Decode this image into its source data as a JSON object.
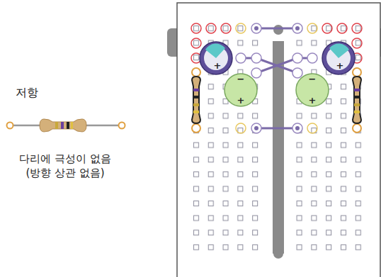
{
  "diagram": {
    "labels": [
      "저항",
      "다리에 극성이 없음 (방향 상관 없음)",
      "+",
      "−",
      "+",
      "−",
      "+",
      "+"
    ]
  }
}
